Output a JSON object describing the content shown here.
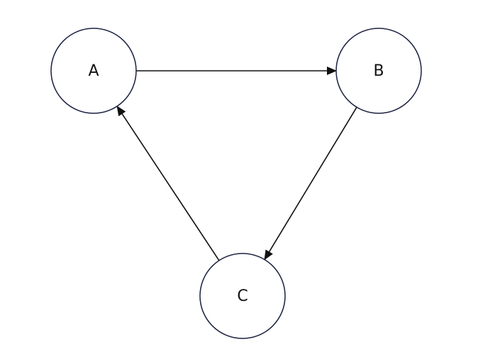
{
  "diagram": {
    "nodes": [
      {
        "id": "A",
        "label": "A"
      },
      {
        "id": "B",
        "label": "B"
      },
      {
        "id": "C",
        "label": "C"
      }
    ],
    "edges": [
      {
        "from": "A",
        "to": "B"
      },
      {
        "from": "B",
        "to": "C"
      },
      {
        "from": "C",
        "to": "A"
      }
    ],
    "colors": {
      "node_stroke": "#1a2040",
      "edge": "#111111",
      "label": "#111111"
    }
  }
}
